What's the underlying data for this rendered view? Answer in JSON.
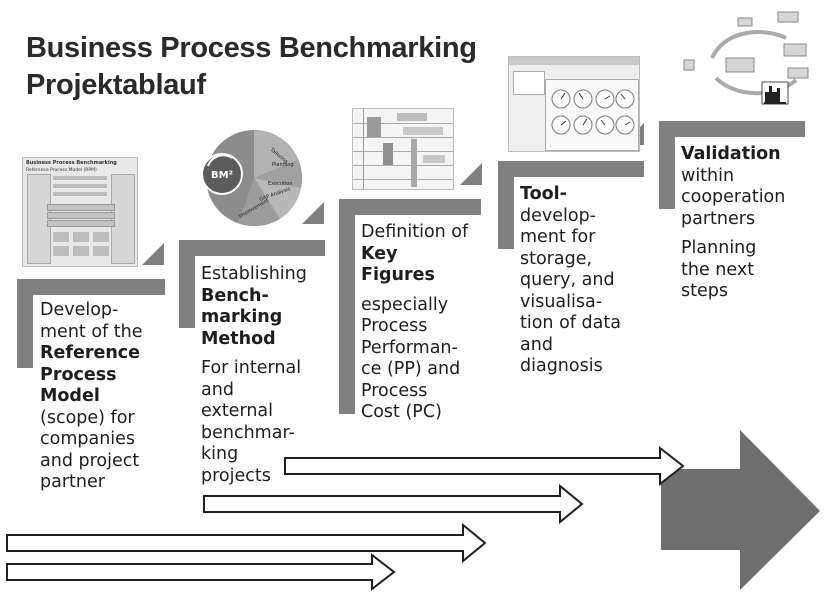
{
  "title": {
    "line1": "Business Process Benchmarking",
    "line2": "Projektablauf"
  },
  "steps": [
    {
      "pre": [
        "Develop-",
        "ment of the"
      ],
      "bold": [
        "Reference",
        "Process",
        "Model"
      ],
      "post": [
        "(scope) for",
        "companies",
        "and project",
        "partner"
      ],
      "extra": []
    },
    {
      "pre": [
        "Establishing"
      ],
      "bold": [
        "Bench-",
        "marking",
        "Method"
      ],
      "post": [],
      "extra": [
        "For internal",
        "and",
        "external",
        "benchmar-",
        "king",
        "projects"
      ]
    },
    {
      "pre": [
        "Definition of"
      ],
      "bold": [
        "Key",
        "Figures"
      ],
      "post": [],
      "extra": [
        "especially",
        "Process",
        "Performan-",
        "ce (PP) and",
        "Process",
        "Cost (PC)"
      ]
    },
    {
      "pre": [],
      "bold": [
        "Tool-"
      ],
      "post": [
        "develop-",
        "ment for",
        "storage,",
        "query, and",
        "visualisa-",
        "tion of data",
        "and",
        "diagnosis"
      ],
      "extra": []
    },
    {
      "pre": [],
      "bold": [
        "Validation"
      ],
      "post": [
        "within",
        "cooperation",
        "partners"
      ],
      "extra": [
        "Planning",
        "the next",
        "steps"
      ]
    }
  ],
  "thumbnails": {
    "ref_model": {
      "title": "Business Process Benchmarking",
      "subtitle": "Reference Process Model (RPM)"
    },
    "bm_circle": {
      "center": "BM²",
      "segments": [
        "Tailoring",
        "Planning",
        "Execution",
        "GAP Analysis",
        "Improvement"
      ]
    }
  },
  "colors": {
    "step_bar": "#808080",
    "big_arrow": "#6e6e6e",
    "text": "#1e1e1e"
  }
}
